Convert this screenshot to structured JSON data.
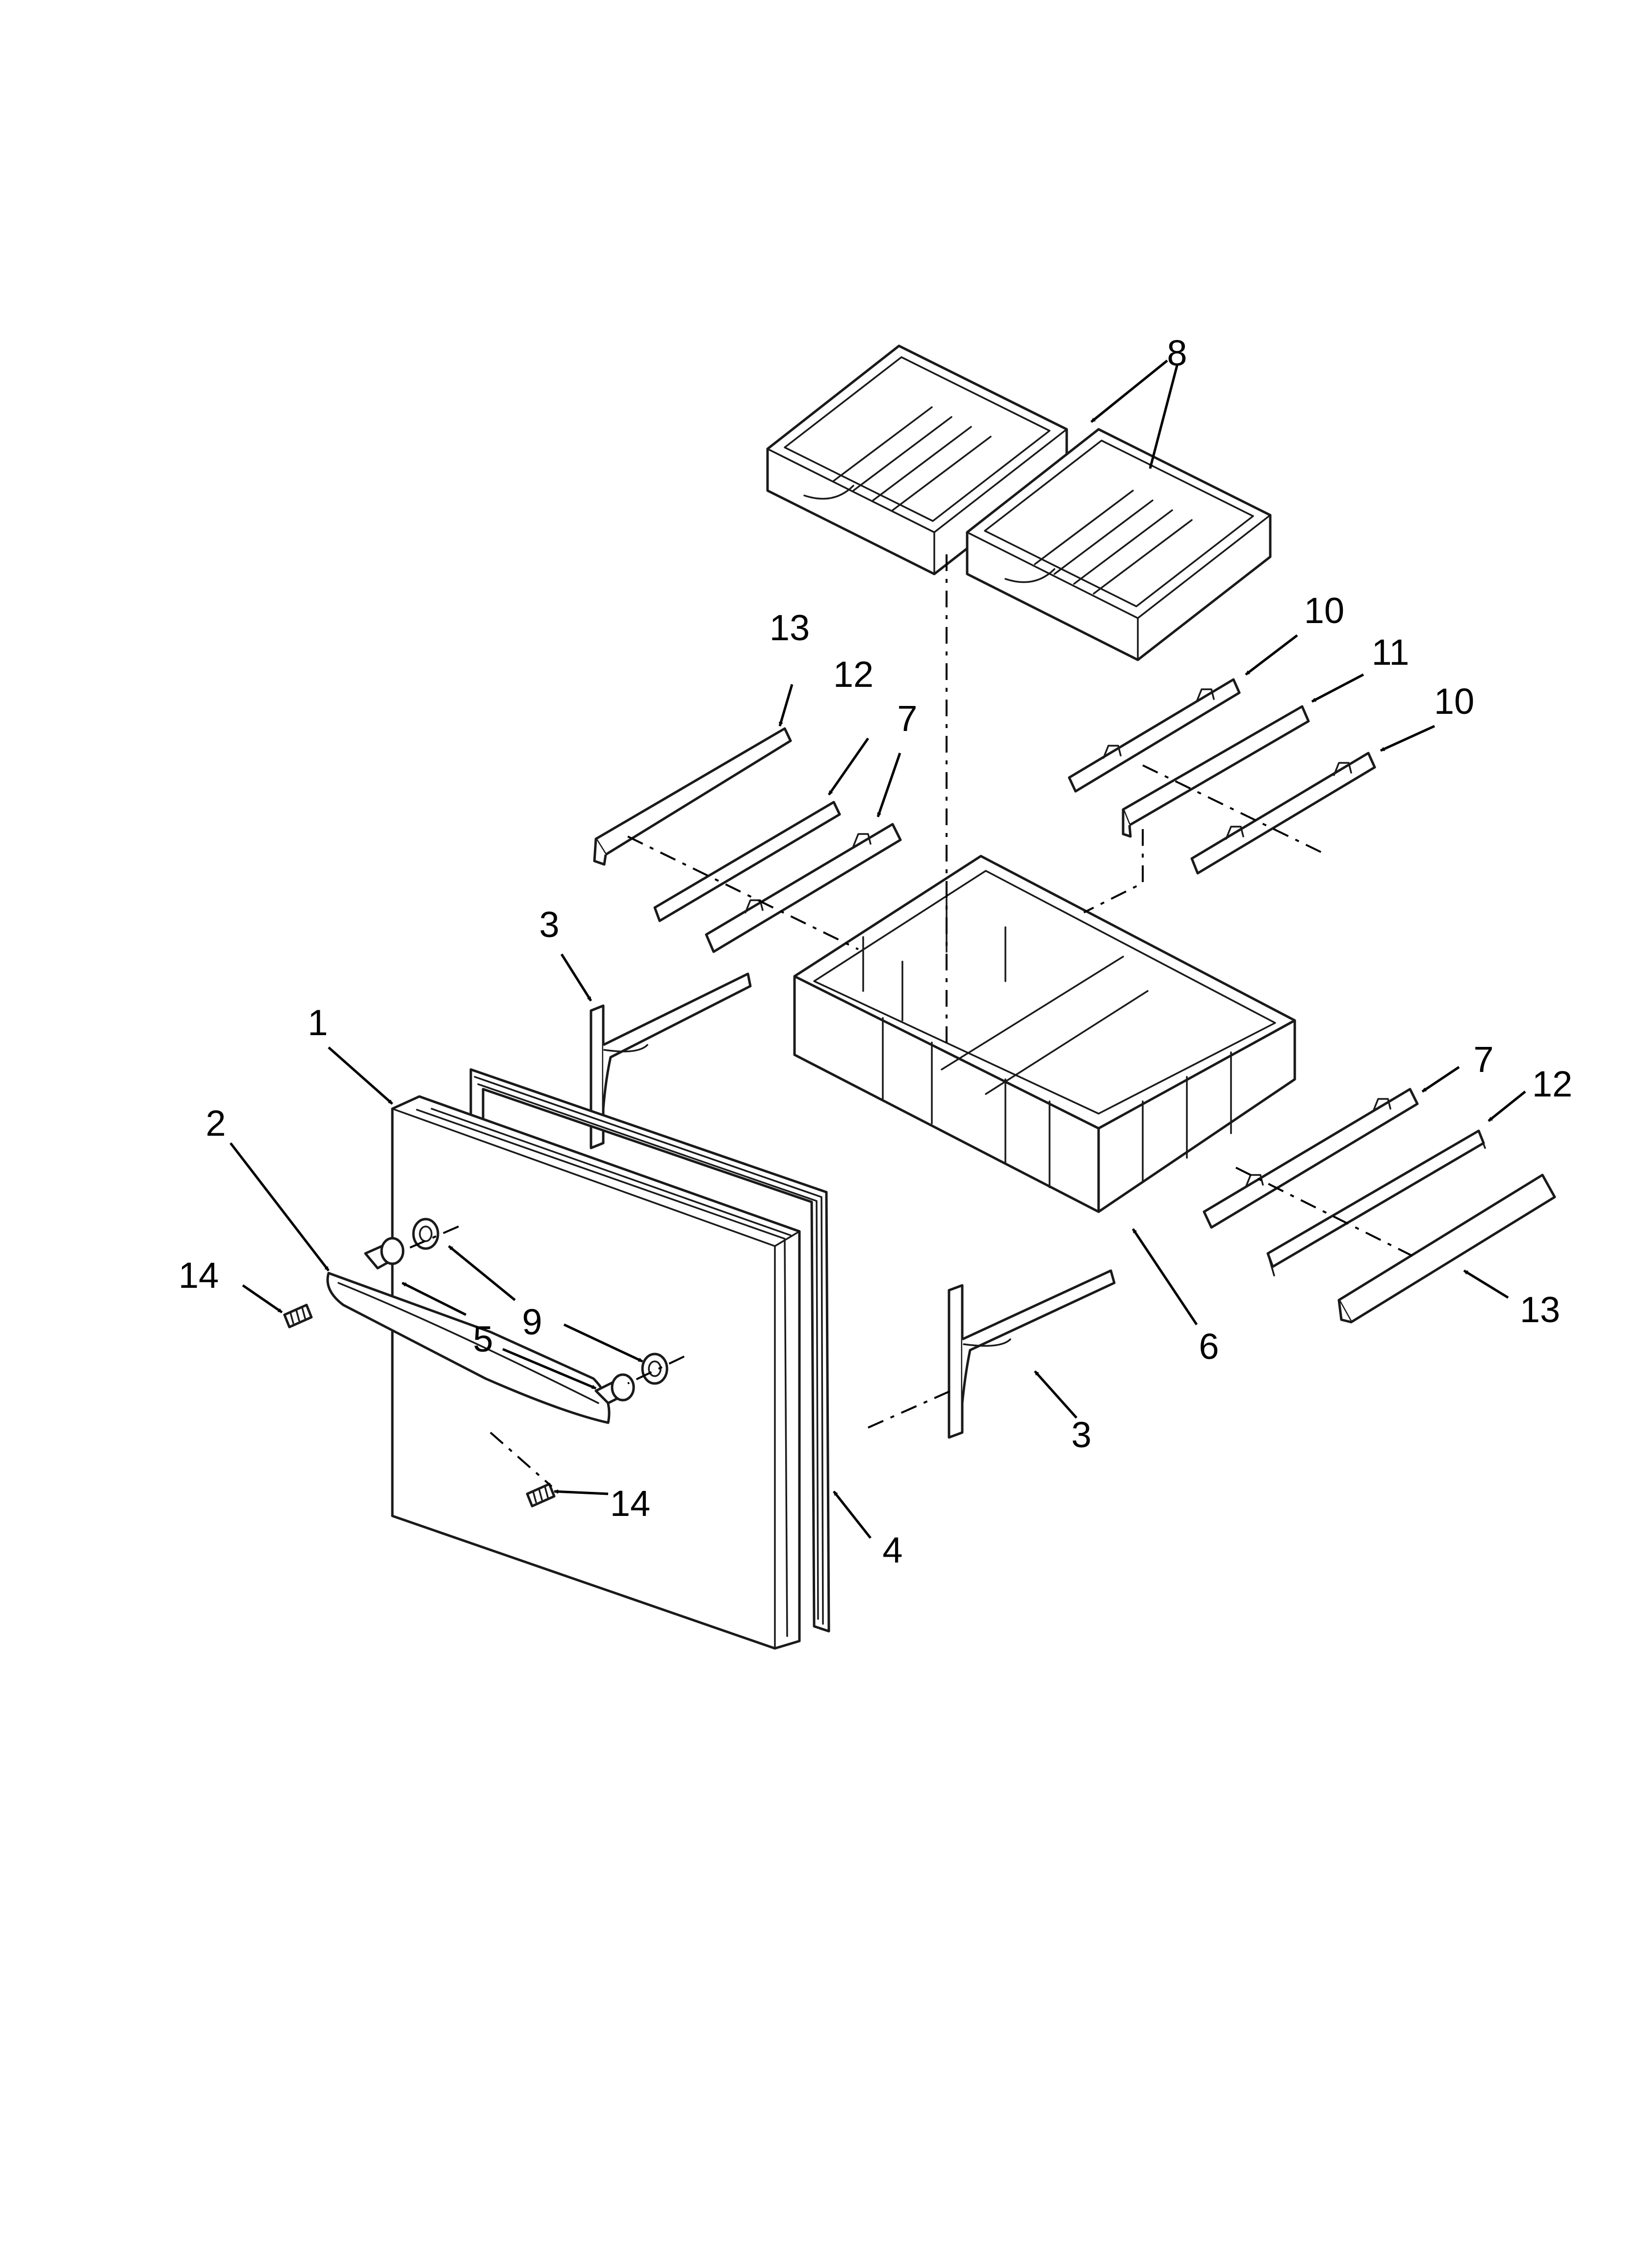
{
  "callouts": {
    "c1": "1",
    "c2": "2",
    "c3a": "3",
    "c3b": "3",
    "c4": "4",
    "c5": "5",
    "c6": "6",
    "c7a": "7",
    "c7b": "7",
    "c8": "8",
    "c9": "9",
    "c10a": "10",
    "c10b": "10",
    "c11": "11",
    "c12a": "12",
    "c12b": "12",
    "c13a": "13",
    "c13b": "13",
    "c14a": "14",
    "c14b": "14"
  }
}
